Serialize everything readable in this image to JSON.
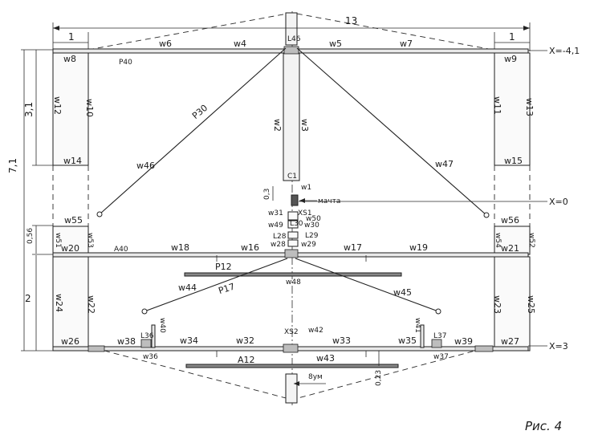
{
  "figure": {
    "caption": "Рис. 4",
    "coordinates": [
      "X=-4,1",
      "X=0",
      "X=3"
    ],
    "dimensions": [
      "13",
      "1",
      "1",
      "7,1",
      "3,1",
      "0,56",
      "2",
      "0,3",
      "0,23",
      "8ум"
    ],
    "arrow_note": "мачта",
    "labels_top": [
      "w6",
      "w4",
      "w5",
      "w7",
      "w8",
      "w9",
      "P40",
      "L46",
      "w12",
      "w10",
      "w11",
      "w13",
      "w14",
      "w15",
      "w2",
      "w3",
      "C1",
      "w1",
      "P30",
      "w46",
      "w47"
    ],
    "labels_feed": [
      "w31",
      "XS1",
      "w30",
      "w49",
      "L30",
      "L28",
      "L29",
      "w28",
      "w29",
      "w50"
    ],
    "labels_mid": [
      "w55",
      "w56",
      "w51",
      "w53",
      "w54",
      "w52",
      "w20",
      "w21",
      "A40",
      "w18",
      "w16",
      "w17",
      "w19",
      "P12",
      "w48",
      "w24",
      "w22",
      "w23",
      "w25",
      "P17",
      "w44",
      "w45"
    ],
    "labels_bottom": [
      "w26",
      "w27",
      "w38",
      "L36",
      "w36",
      "w34",
      "w32",
      "XS2",
      "w42",
      "w33",
      "w35",
      "L37",
      "w39",
      "w37",
      "w40",
      "w41",
      "A12",
      "w43"
    ]
  }
}
